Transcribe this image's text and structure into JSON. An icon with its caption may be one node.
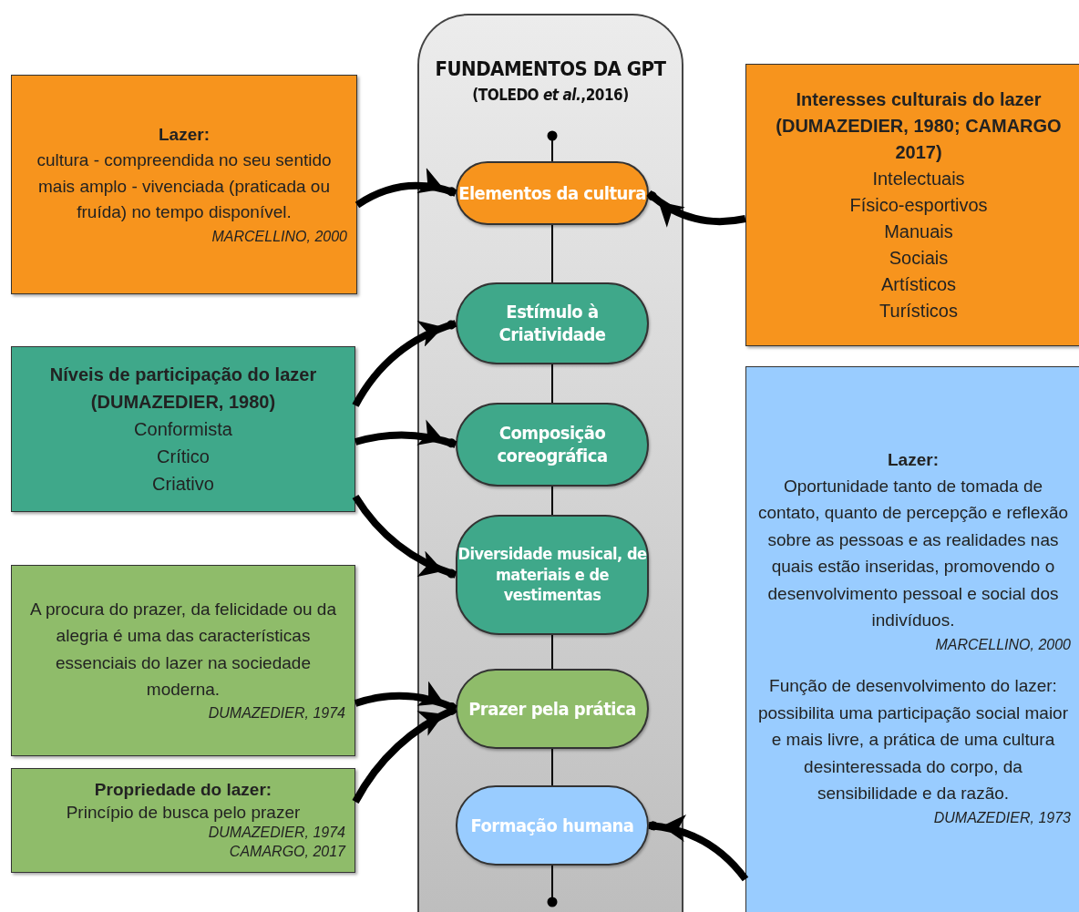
{
  "diagram": {
    "nodes": [
      {
        "text": [
          "FUNDAMENTOS DA GPT",
          "(TOLEDO *et al.*,2016)"
        ]
      },
      {
        "text": [
          "Elementos da cultura"
        ],
        "in": 0
      },
      {
        "text": [
          "Estímulo à Criatividade"
        ],
        "in": 0
      },
      {
        "text": [
          "Composição coreográfica"
        ],
        "in": 0
      },
      {
        "text": [
          "Diversidade musical, de materiais e de vestimentas"
        ],
        "in": 0
      },
      {
        "text": [
          "Prazer pela prática"
        ],
        "in": 0
      },
      {
        "text": [
          "Formação humana"
        ],
        "in": 0
      },
      {
        "text": [
          "Lazer:",
          "cultura - compreendida no seu sentido mais amplo - vivenciada (praticada ou fruída) no tempo disponível.",
          "MARCELLINO, 2000"
        ]
      },
      {
        "text": [
          "Interesses culturais do lazer (DUMAZEDIER, 1980; CAMARGO 2017)",
          "Intelectuais",
          "Físico-esportivos",
          "Manuais",
          "Sociais",
          "Artísticos",
          "Turísticos"
        ]
      },
      {
        "text": [
          "Níveis de participação do lazer (DUMAZEDIER, 1980)",
          "Conformista",
          "Crítico",
          "Criativo"
        ]
      },
      {
        "text": [
          "A procura do prazer, da felicidade ou da alegria é uma das características essenciais do lazer na sociedade moderna.",
          "DUMAZEDIER, 1974"
        ]
      },
      {
        "text": [
          "Propriedade do lazer:",
          "Princípio de busca pelo prazer",
          "DUMAZEDIER, 1974",
          "CAMARGO, 2017"
        ]
      },
      {
        "text": [
          "Lazer:",
          "Oportunidade tanto de tomada de contato, quanto de percepção e reflexão sobre as pessoas e as realidades nas quais estão inseridas, promovendo o desenvolvimento pessoal e social dos indivíduos.",
          "MARCELLINO, 2000",
          "Função de desenvolvimento do lazer: possibilita uma participação social maior e mais livre, a prática de uma cultura desinteressada do corpo, da sensibilidade e da razão.",
          "DUMAZEDIER, 1973"
        ]
      }
    ],
    "edges": [
      {
        "from": null,
        "to": 1,
        "arrow": "other"
      },
      {
        "from": 1,
        "to": 2,
        "arrow": "none"
      },
      {
        "from": 2,
        "to": 3,
        "arrow": "none"
      },
      {
        "from": 3,
        "to": 4,
        "arrow": "none"
      },
      {
        "from": 4,
        "to": 5,
        "arrow": "none"
      },
      {
        "from": 5,
        "to": 6,
        "arrow": "none"
      },
      {
        "from": 6,
        "to": null,
        "arrow": "other"
      },
      {
        "from": 7,
        "to": 1,
        "arrow": "to"
      },
      {
        "from": 8,
        "to": 1,
        "arrow": "to"
      },
      {
        "from": 9,
        "to": 2,
        "arrow": "to"
      },
      {
        "from": 9,
        "to": 3,
        "arrow": "to"
      },
      {
        "from": 9,
        "to": 4,
        "arrow": "to"
      },
      {
        "from": 10,
        "to": 5,
        "arrow": "to"
      },
      {
        "from": 11,
        "to": 5,
        "arrow": "to"
      },
      {
        "from": 12,
        "to": 6,
        "arrow": "to"
      }
    ]
  }
}
